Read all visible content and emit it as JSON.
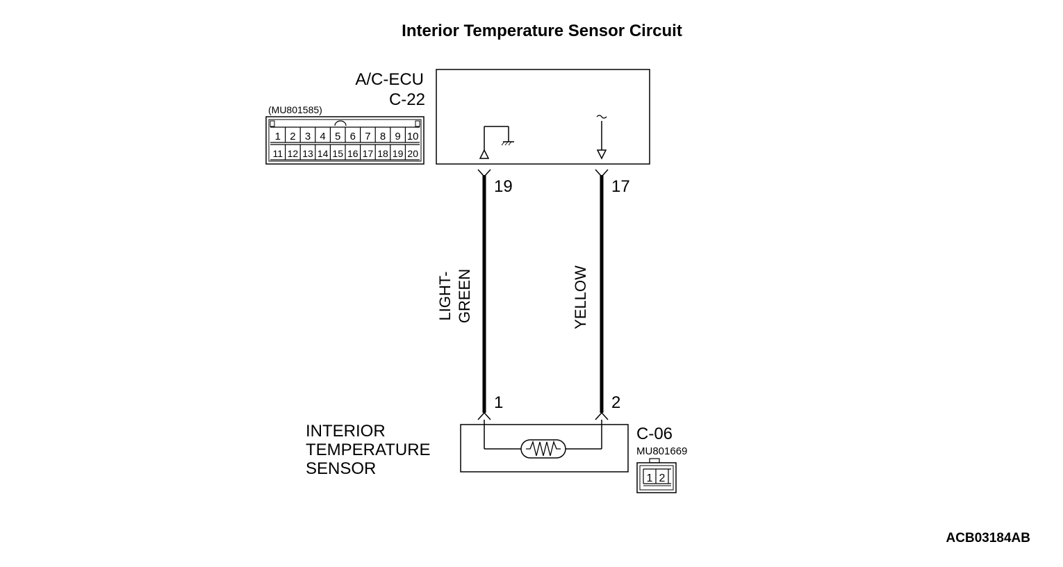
{
  "title": "Interior Temperature Sensor Circuit",
  "figure_id": "ACB03184AB",
  "ecu": {
    "name": "A/C-ECU",
    "connector": "C-22",
    "part_number": "(MU801585)",
    "pins_top": [
      "1",
      "2",
      "3",
      "4",
      "5",
      "6",
      "7",
      "8",
      "9",
      "10"
    ],
    "pins_bottom": [
      "11",
      "12",
      "13",
      "14",
      "15",
      "16",
      "17",
      "18",
      "19",
      "20"
    ]
  },
  "wires": [
    {
      "color_line1": "LIGHT-",
      "color_line2": "GREEN",
      "ecu_pin": "19",
      "sensor_pin": "1"
    },
    {
      "color_line1": "YELLOW",
      "ecu_pin": "17",
      "sensor_pin": "2"
    }
  ],
  "sensor": {
    "name_line1": "INTERIOR",
    "name_line2": "TEMPERATURE",
    "name_line3": "SENSOR",
    "connector": "C-06",
    "part_number": "MU801669",
    "pins": [
      "1",
      "2"
    ]
  }
}
